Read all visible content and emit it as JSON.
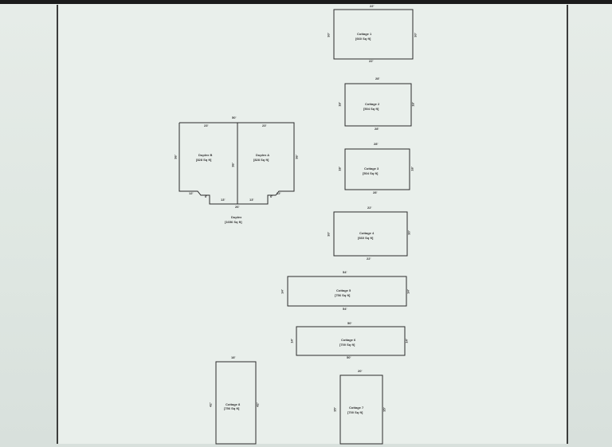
{
  "buildings": {
    "cottage1": {
      "name": "Cottage 1",
      "area": "[660 Sq ft]",
      "top": "22'",
      "bottom": "22'",
      "left": "30'",
      "right": "30'"
    },
    "cottage2": {
      "name": "Cottage 2",
      "area": "[504 Sq ft]",
      "top": "28'",
      "bottom": "28'",
      "left": "18'",
      "right": "18'"
    },
    "cottage3": {
      "name": "Cottage 3",
      "area": "[504 Sq ft]",
      "top": "28'",
      "bottom": "28'",
      "left": "18'",
      "right": "18'"
    },
    "cottage4": {
      "name": "Cottage 4",
      "area": "[660 Sq ft]",
      "top": "22'",
      "bottom": "22'",
      "left": "30'",
      "right": "30'"
    },
    "cottage5": {
      "name": "Cottage 5",
      "area": "[756 Sq ft]",
      "top": "54'",
      "bottom": "54'",
      "left": "14'",
      "right": "14'"
    },
    "cottage6": {
      "name": "Cottage 6",
      "area": "[700 Sq ft]",
      "top": "50'",
      "bottom": "50'",
      "left": "14'",
      "right": "14'"
    },
    "cottage7": {
      "name": "Cottage 7",
      "area": "[700 Sq ft]",
      "top": "20'",
      "left": "35'",
      "right": "35'"
    },
    "cottage8": {
      "name": "Cottage 8",
      "area": "[756 Sq ft]",
      "top": "18'",
      "left": "42'",
      "right": "42'"
    },
    "duplexB": {
      "name": "Duplex B",
      "area": "[828 Sq ft]"
    },
    "duplexA": {
      "name": "Duplex A",
      "area": "[828 Sq ft]"
    },
    "duplex": {
      "name": "Duplex",
      "area": "[1656 Sq ft]",
      "top": "50'",
      "top_left": "23'",
      "top_right": "23'",
      "left": "36'",
      "right": "36'",
      "middle": "36'",
      "step_left": "12'",
      "step_right": "12'",
      "notch_left": "6'",
      "notch_right": "6'",
      "inner_left": "13'",
      "inner_right": "13'",
      "bottom": "26'"
    }
  }
}
